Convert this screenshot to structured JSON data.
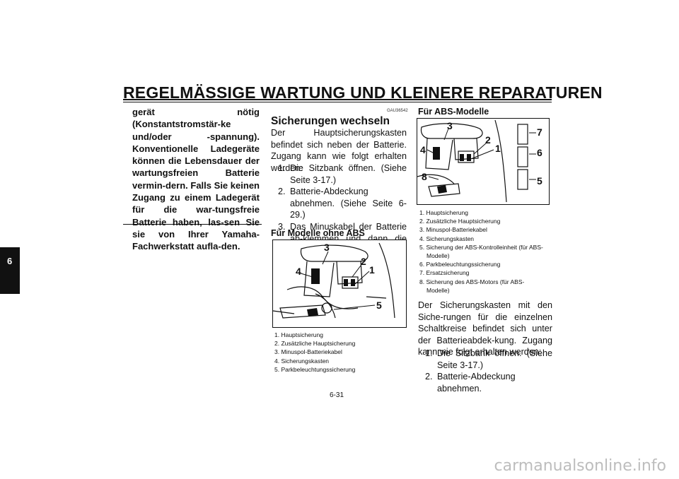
{
  "header": {
    "title": "REGELMÄSSIGE WARTUNG UND KLEINERE REPARATUREN"
  },
  "side_tab": {
    "chapter": "6"
  },
  "col1": {
    "text": "gerät nötig (Konstantstromstär-ke und/oder -spannung). Konventionelle Ladegeräte können die Lebensdauer der wartungsfreien Batterie vermin-dern. Falls Sie keinen Zugang zu einem Ladegerät für die war-tungsfreie Batterie haben, las-sen Sie sie von Ihrer Yamaha-Fachwerkstatt aufla-den."
  },
  "col2": {
    "code": "GAU36542",
    "heading": "Sicherungen wechseln",
    "intro": "Der Hauptsicherungskasten befindet sich neben der Batterie. Zugang kann wie folgt erhalten werden:",
    "steps": [
      {
        "num": "1.",
        "text": "Die Sitzbank öffnen. (Siehe Seite 3-17.)"
      },
      {
        "num": "2.",
        "text": "Batterie-Abdeckung abnehmen. (Siehe Seite 6-29.)"
      },
      {
        "num": "3.",
        "text": "Das Minuskabel der Batterie ab-klemmen und dann die Batterie wie dargestellt anheben."
      }
    ],
    "fig_heading": "Für Modelle ohne ABS",
    "fig_labels": [
      "3",
      "2",
      "4",
      "1",
      "5"
    ],
    "captions": [
      "1. Hauptsicherung",
      "2. Zusätzliche Hauptsicherung",
      "3. Minuspol-Batteriekabel",
      "4. Sicherungskasten",
      "5. Parkbeleuchtungssicherung"
    ]
  },
  "col3": {
    "fig_heading": "Für ABS-Modelle",
    "fig_labels": [
      "3",
      "2",
      "4",
      "1",
      "8",
      "7",
      "6",
      "5"
    ],
    "captions": [
      "1. Hauptsicherung",
      "2. Zusätzliche Hauptsicherung",
      "3. Minuspol-Batteriekabel",
      "4. Sicherungskasten",
      "5. Sicherung der ABS-Kontrolleinheit (für ABS-Modelle)",
      "6. Parkbeleuchtungssicherung",
      "7. Ersatzsicherung",
      "8. Sicherung des ABS-Motors (für ABS-Modelle)"
    ],
    "para": "Der Sicherungskasten mit den Siche-rungen für die einzelnen Schaltkreise befindet sich unter der Batterieabdek-kung. Zugang kann wie folgt erhalten werden:",
    "steps": [
      {
        "num": "1.",
        "text": "Die Sitzbank öffnen. (Siehe Seite 3-17.)"
      },
      {
        "num": "2.",
        "text": "Batterie-Abdeckung abnehmen."
      }
    ]
  },
  "footer": {
    "page": "6-31"
  },
  "watermark": {
    "text": "carmanualsonline.info"
  }
}
